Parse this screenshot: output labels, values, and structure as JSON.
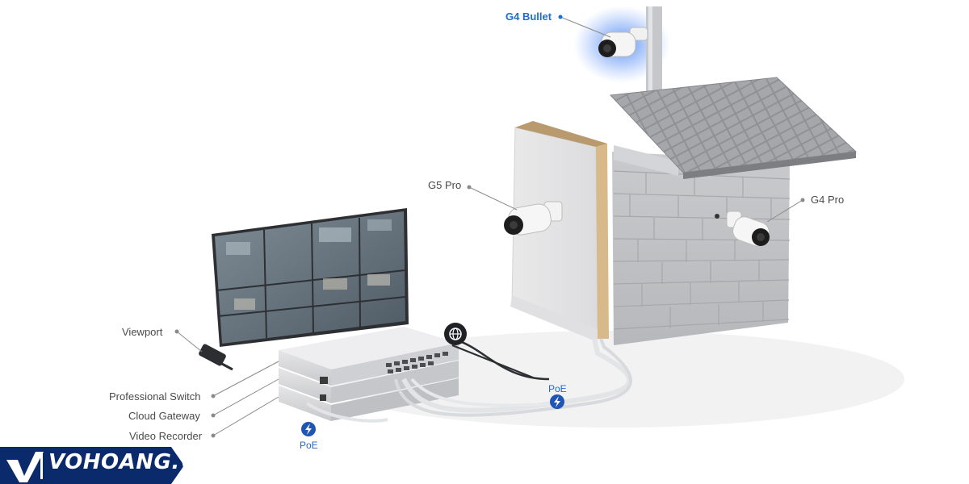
{
  "labels": {
    "g4_bullet": "G4 Bullet",
    "g5_pro": "G5 Pro",
    "g4_pro": "G4 Pro",
    "viewport": "Viewport",
    "professional_switch": "Professional Switch",
    "cloud_gateway": "Cloud Gateway",
    "video_recorder": "Video Recorder",
    "poe_left": "PoE",
    "poe_right": "PoE"
  },
  "logo": {
    "text": "VOHOANG.vn"
  },
  "colors": {
    "accent_blue": "#1a6fd1",
    "poe_badge": "#1f55b5",
    "logo_bg": "#0a2a6b",
    "label_gray": "#4a4a4a"
  },
  "icons": [
    "globe-icon",
    "lightning-icon",
    "camera-icon"
  ]
}
